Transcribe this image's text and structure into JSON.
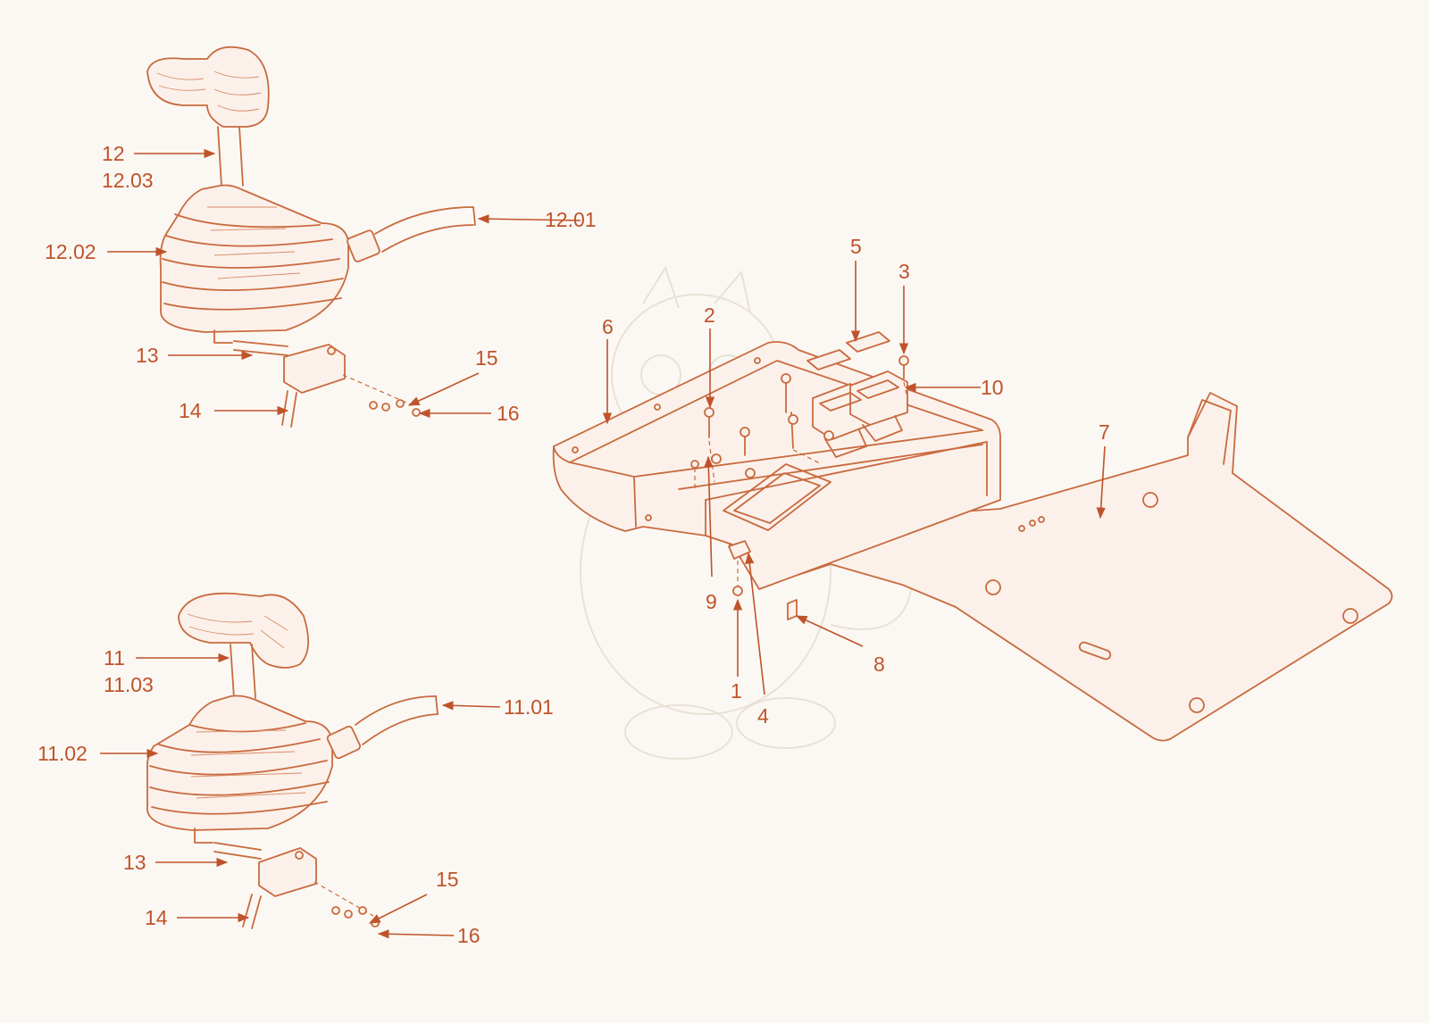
{
  "diagram": {
    "colors": {
      "background": "#fbf8f3",
      "line_art": "#c96a3f",
      "callout_text": "#c0532b",
      "watermark": "#e9e1d6"
    },
    "callouts": {
      "c12": "12",
      "c12_03": "12.03",
      "c12_01": "12.01",
      "c12_02": "12.02",
      "c13_top": "13",
      "c15_top": "15",
      "c14_top": "14",
      "c16_top": "16",
      "c11": "11",
      "c11_03": "11.03",
      "c11_01": "11.01",
      "c11_02": "11.02",
      "c13_bottom": "13",
      "c15_bottom": "15",
      "c14_bottom": "14",
      "c16_bottom": "16",
      "c5": "5",
      "c3": "3",
      "c2": "2",
      "c6": "6",
      "c10": "10",
      "c7": "7",
      "c9": "9",
      "c8": "8",
      "c1": "1",
      "c4": "4"
    },
    "icons": {
      "watermark": "dragon-mascot-watermark"
    }
  }
}
